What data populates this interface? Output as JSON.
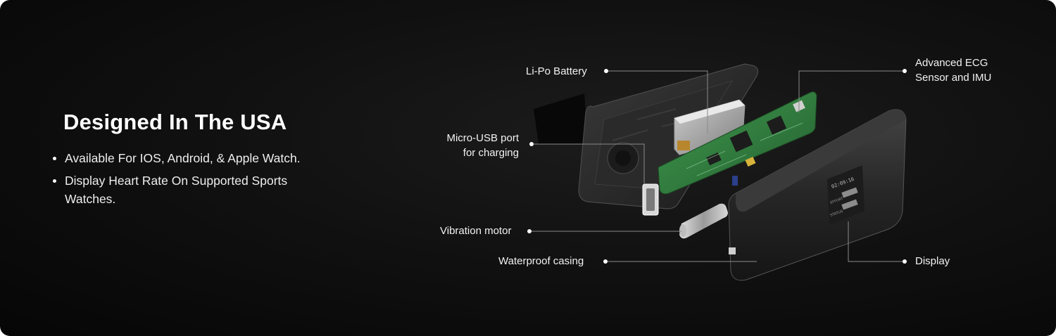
{
  "section": {
    "headline": "Designed In The USA",
    "bullets": [
      "Available For IOS, Android, & Apple Watch.",
      "Display Heart Rate On Supported Sports Watches."
    ]
  },
  "diagram": {
    "labels": {
      "battery": "Li-Po Battery",
      "usb_line1": "Micro-USB port",
      "usb_line2": "for charging",
      "motor": "Vibration motor",
      "casing": "Waterproof casing",
      "ecg_line1": "Advanced ECG",
      "ecg_line2": "Sensor and IMU",
      "display": "Display"
    },
    "screen": {
      "time": "02:09:16",
      "row1": "EFFORT",
      "row2": "STATUS"
    }
  },
  "colors": {
    "background": "#0b0b0b",
    "text": "#ffffff",
    "leader_line": "#8a8a8a",
    "pcb_green": "#2f7a3c"
  }
}
